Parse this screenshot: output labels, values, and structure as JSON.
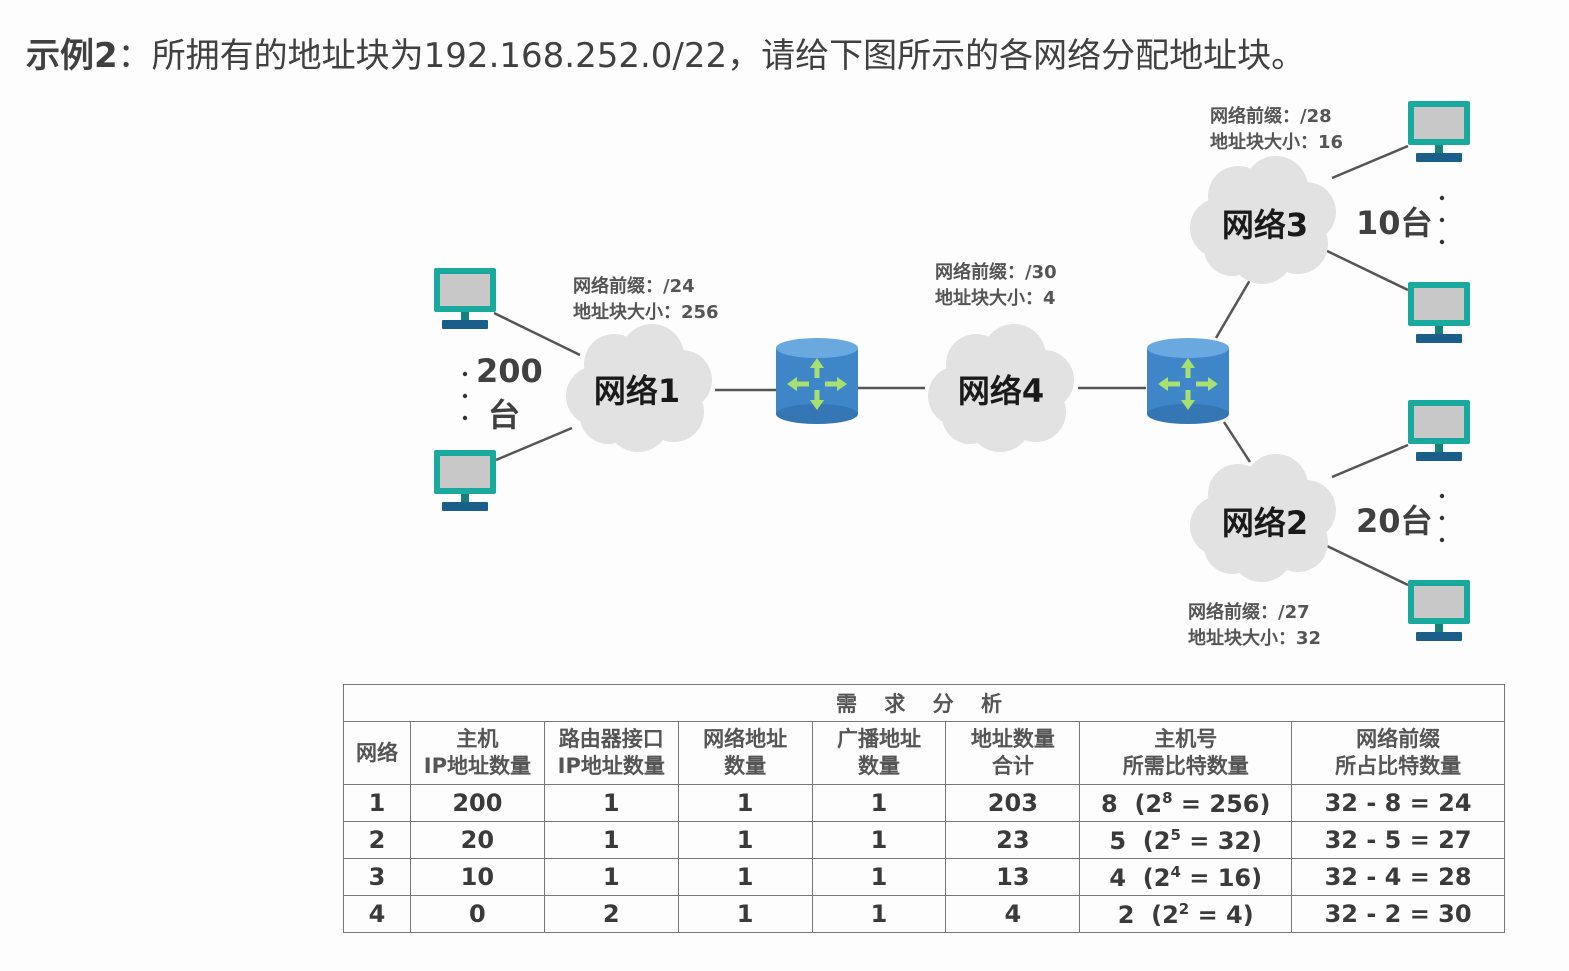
{
  "title": {
    "lead": "示例2",
    "text": "：所拥有的地址块为192.168.252.0/22，请给下图所示的各网络分配地址块。"
  },
  "networks": {
    "n1": {
      "name": "网络1",
      "prefix_line": "网络前缀：/24",
      "size_line": "地址块大小：256",
      "hosts_num": "200",
      "hosts_unit": "台"
    },
    "n2": {
      "name": "网络2",
      "prefix_line": "网络前缀：/27",
      "size_line": "地址块大小：32",
      "hosts": "20台"
    },
    "n3": {
      "name": "网络3",
      "prefix_line": "网络前缀：/28",
      "size_line": "地址块大小：16",
      "hosts": "10台"
    },
    "n4": {
      "name": "网络4",
      "prefix_line": "网络前缀：/30",
      "size_line": "地址块大小：4"
    }
  },
  "icons": {
    "host": "computer-icon",
    "router": "router-icon",
    "network": "cloud-icon"
  },
  "colors": {
    "monitor_frame": "#1aa99d",
    "monitor_screen": "#c8c8c8",
    "router": "#3f86c8",
    "router_arrow": "#a8e070",
    "cloud": "#e2e2e2",
    "link": "#555555"
  },
  "table": {
    "caption": "需 求 分 析",
    "headers": [
      [
        "网络"
      ],
      [
        "主机",
        "IP地址数量"
      ],
      [
        "路由器接口",
        "IP地址数量"
      ],
      [
        "网络地址",
        "数量"
      ],
      [
        "广播地址",
        "数量"
      ],
      [
        "地址数量",
        "合计"
      ],
      [
        "主机号",
        "所需比特数量"
      ],
      [
        "网络前缀",
        "所占比特数量"
      ]
    ],
    "rows": [
      {
        "net": "1",
        "hosts": "200",
        "router_if": "1",
        "net_addr": "1",
        "bcast": "1",
        "total": "203",
        "bits_n": "8",
        "bits_pre": "(2",
        "bits_exp": "8",
        "bits_post": " = 256)",
        "prefix": "32 - 8 = 24"
      },
      {
        "net": "2",
        "hosts": "20",
        "router_if": "1",
        "net_addr": "1",
        "bcast": "1",
        "total": "23",
        "bits_n": "5",
        "bits_pre": "(2",
        "bits_exp": "5",
        "bits_post": " = 32)",
        "prefix": "32 - 5 = 27"
      },
      {
        "net": "3",
        "hosts": "10",
        "router_if": "1",
        "net_addr": "1",
        "bcast": "1",
        "total": "13",
        "bits_n": "4",
        "bits_pre": "(2",
        "bits_exp": "4",
        "bits_post": " = 16)",
        "prefix": "32 - 4 = 28"
      },
      {
        "net": "4",
        "hosts": "0",
        "router_if": "2",
        "net_addr": "1",
        "bcast": "1",
        "total": "4",
        "bits_n": "2",
        "bits_pre": "(2",
        "bits_exp": "2",
        "bits_post": " = 4)",
        "prefix": "32 - 2 = 30"
      }
    ]
  }
}
